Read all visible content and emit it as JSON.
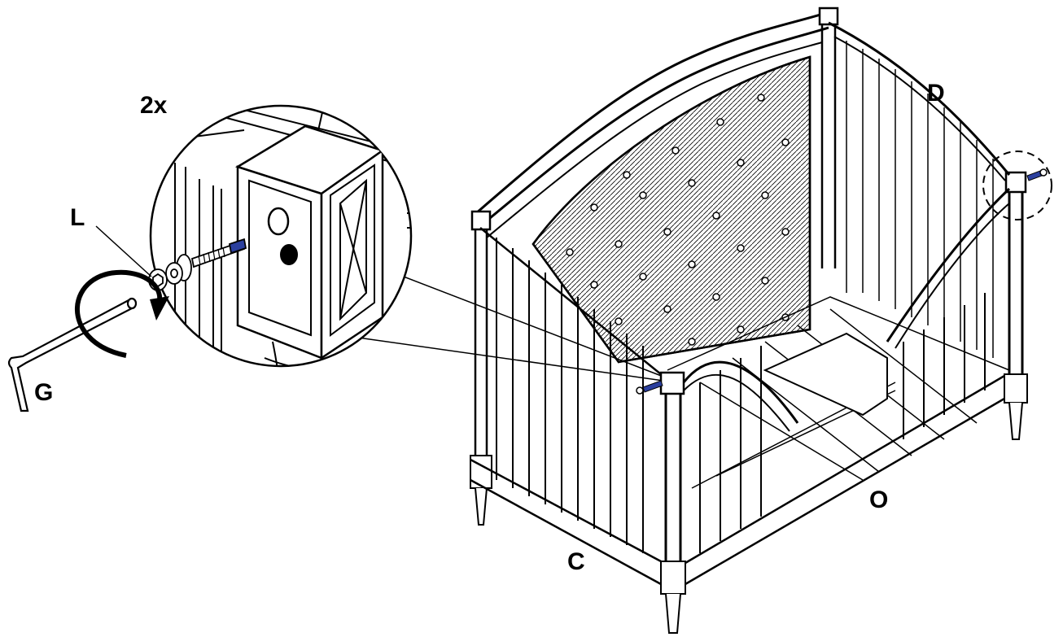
{
  "labels": {
    "quantity": "2x",
    "part_L": "L",
    "part_G": "G",
    "part_D": "D",
    "part_O": "O",
    "part_C": "C"
  },
  "colors": {
    "line": "#000000",
    "background": "#ffffff",
    "bolt_accent": "#2b3f9e"
  },
  "icons": {
    "rotation": "curved-arrow-icon",
    "tool": "allen-key-icon"
  }
}
